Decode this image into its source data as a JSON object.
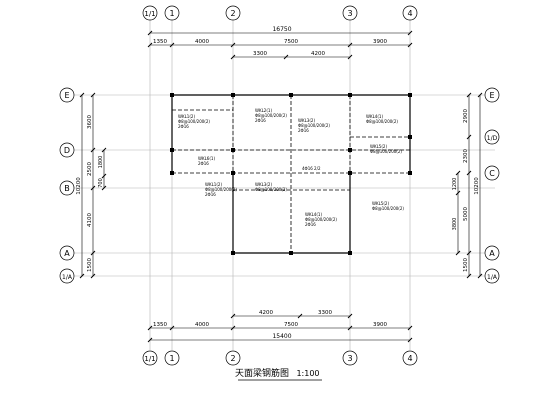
{
  "title": "天面梁钢筋图",
  "scale": "1:100",
  "axes_x": [
    "1/1",
    "1",
    "2",
    "3",
    "4"
  ],
  "axes_y": [
    "E",
    "D",
    "B",
    "A",
    "1/A"
  ],
  "axes_y_right": [
    "E",
    "1/D",
    "C",
    "A",
    "1/A"
  ],
  "dims_top_total": "16750",
  "dims_top": [
    "1350",
    "4000",
    "7500",
    "3900"
  ],
  "dims_top_inner": [
    "3300",
    "4200"
  ],
  "dims_bottom_total": "15400",
  "dims_bottom": [
    "1350",
    "4000",
    "7500",
    "3900"
  ],
  "dims_bottom_inner": [
    "4200",
    "3300"
  ],
  "dims_left_total": "10200",
  "dims_left": [
    "3600",
    "2500",
    "4100",
    "1500"
  ],
  "dims_left_inner": [
    "1800",
    "700"
  ],
  "dims_right_total": "10200",
  "dims_right": [
    "2900",
    "2300",
    "5000",
    "1500"
  ],
  "dims_right_inner": [
    "1200",
    "3800"
  ],
  "labels": {
    "beam_a": "WKL1(2)",
    "beam_b": "WKL2(1)",
    "beam_c": "WKL3(2)",
    "beam_d": "WKL4(1)",
    "beam_e": "WKL5(2)",
    "beam_f": "WKL6(1)",
    "rebar_a": "2Φ16",
    "rebar_b": "Φ8@100/200(2)",
    "note": "4Φ16 2/2"
  }
}
